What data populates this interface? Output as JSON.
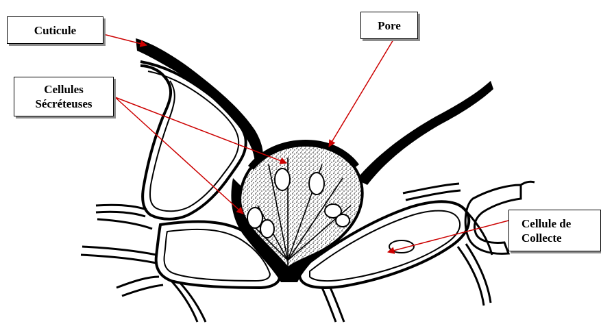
{
  "labels": {
    "cuticule": "Cuticule",
    "pore": "Pore",
    "cellules_line1": "Cellules",
    "cellules_line2": "Sécréteuses",
    "collecte_line1": "Cellule de",
    "collecte_line2": "Collecte"
  },
  "colors": {
    "ink": "#000000",
    "arrow": "#cc0000",
    "background": "#ffffff",
    "box_shadow": "#8c8c8c"
  }
}
